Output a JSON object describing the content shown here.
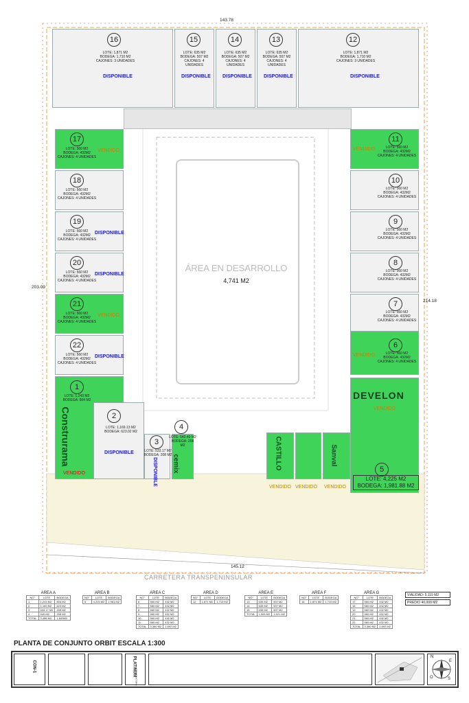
{
  "overall": {
    "top_dim": "143.78",
    "bottom_dim": "145.12",
    "left_dim": "203.09",
    "right_dim": "214.18",
    "road": "CARRETERA TRANSPENINSULAR",
    "center_title": "ÁREA EN DESARROLLO",
    "center_area": "4,741 M2",
    "drawing_title": "PLANTA DE CONJUNTO ORBIT ESCALA 1:300",
    "sheet_code": "CON-1",
    "vialidad": "VIALIDAD: 5,119 M2",
    "predio": "PREDIO 40,000 M2"
  },
  "status": {
    "disp": "DISPONIBLE",
    "sold": "VENDIDO"
  },
  "lots": {
    "l16": {
      "num": "16",
      "lote": "LOTE: 1,871 M2",
      "bodega": "BODEGA: 1,710 M2",
      "cajones": "CAJONES: 3 UNIDADES"
    },
    "l15": {
      "num": "15",
      "lote": "LOTE: 635 M2",
      "bodega": "BODEGA: 507 M2",
      "cajones": "CAJONES: 4 UNIDADES"
    },
    "l14": {
      "num": "14",
      "lote": "LOTE: 635 M2",
      "bodega": "BODEGA: 507 M2",
      "cajones": "CAJONES: 4 UNIDADES"
    },
    "l13": {
      "num": "13",
      "lote": "LOTE: 635 M2",
      "bodega": "BODEGA: 507 M2",
      "cajones": "CAJONES: 4 UNIDADES"
    },
    "l12": {
      "num": "12",
      "lote": "LOTE: 1,871 M2",
      "bodega": "BODEGA: 1,710 M2",
      "cajones": "CAJONES: 3 UNIDADES"
    },
    "l17": {
      "num": "17",
      "lote": "LOTE: 560 M2",
      "bodega": "BODEGA: 432M2",
      "cajones": "CAJONES: 4 UNIDADES"
    },
    "l18": {
      "num": "18",
      "lote": "LOTE: 560 M2",
      "bodega": "BODEGA: 432M2",
      "cajones": "CAJONES: 4 UNIDADES"
    },
    "l19": {
      "num": "19",
      "lote": "LOTE: 560 M2",
      "bodega": "BODEGA: 432M2",
      "cajones": "CAJONES: 4 UNIDADES"
    },
    "l20": {
      "num": "20",
      "lote": "LOTE: 560 M2",
      "bodega": "BODEGA: 432M2",
      "cajones": "CAJONES: 4 UNIDADES"
    },
    "l21": {
      "num": "21",
      "lote": "LOTE: 560 M2",
      "bodega": "BODEGA: 432M2",
      "cajones": "CAJONES: 4 UNIDADES"
    },
    "l22": {
      "num": "22",
      "lote": "LOTE: 560 M2",
      "bodega": "BODEGA: 432M2",
      "cajones": "CAJONES: 4 UNIDADES"
    },
    "l11": {
      "num": "11",
      "lote": "LOTE: 560 M2",
      "bodega": "BODEGA: 432M2",
      "cajones": "CAJONES: 4 UNIDADES"
    },
    "l10": {
      "num": "10",
      "lote": "LOTE: 560 M2",
      "bodega": "BODEGA: 432M2",
      "cajones": "CAJONES: 4 UNIDADES"
    },
    "l9": {
      "num": "9",
      "lote": "LOTE: 560 M2",
      "bodega": "BODEGA: 432M2",
      "cajones": "CAJONES: 4 UNIDADES"
    },
    "l8": {
      "num": "8",
      "lote": "LOTE: 560 M2",
      "bodega": "BODEGA: 432M2",
      "cajones": "CAJONES: 4 UNIDADES"
    },
    "l7": {
      "num": "7",
      "lote": "LOTE: 560 M2",
      "bodega": "BODEGA: 432M2",
      "cajones": "CAJONES: 4 UNIDADES"
    },
    "l6": {
      "num": "6",
      "lote": "LOTE: 560 M2",
      "bodega": "BODEGA: 432M2",
      "cajones": "CAJONES: 4 UNIDADES"
    },
    "l1": {
      "num": "1",
      "lote": "LOTE: 1,243 M2",
      "bodega": "BODEGA: 804 M2"
    },
    "l2": {
      "num": "2",
      "lote": "LOTE: 1,169.13 M2",
      "bodega": "BODEGA: 623.02 M2"
    },
    "l3": {
      "num": "3",
      "lote": "LOTE: 533.17 M2",
      "bodega": "BODEGA: 208 M2"
    },
    "l4": {
      "num": "4",
      "lote": "LOTE: 540.40 M2",
      "bodega": "BODEGA: 208 M2"
    },
    "l5": {
      "num": "5",
      "lote": "LOTE: 4,225 M2",
      "bodega": "BODEGA: 1,981.88 M2"
    }
  },
  "brands": {
    "construrama": "Construrama",
    "cemix": "cemix",
    "castillo": "CASTILLO",
    "sanval": "Sanval",
    "develon": "DEVELON"
  },
  "tables": [
    {
      "title": "AREA A",
      "headers": [
        "NO°",
        "LOTE",
        "BODEGA"
      ],
      "rows": [
        [
          "1",
          "1,243 M2",
          "804 M2"
        ],
        [
          "2",
          "1,169 M2",
          "623 M2"
        ],
        [
          "3",
          "533.17 M2",
          "208 M2"
        ],
        [
          "4",
          "540 M2",
          "208 M2"
        ]
      ],
      "total": [
        "TOTAL",
        "3,486 M2",
        "1,843M2"
      ]
    },
    {
      "title": "AREA B",
      "headers": [
        "NO°",
        "LOTE",
        "BODEGA"
      ],
      "rows": [
        [
          "5",
          "4,225 M2",
          "1,981 M2"
        ]
      ],
      "total": null
    },
    {
      "title": "AREA C",
      "headers": [
        "NO°",
        "LOTE",
        "BODEGA"
      ],
      "rows": [
        [
          "6",
          "560 M2",
          "432 M2"
        ],
        [
          "7",
          "560 M2",
          "432 M2"
        ],
        [
          "8",
          "560 M2",
          "432 M2"
        ],
        [
          "9",
          "560 M2",
          "432 M2"
        ],
        [
          "10",
          "560 M2",
          "432 M2"
        ],
        [
          "11",
          "560 M2",
          "432 M2"
        ]
      ],
      "total": [
        "TOTAL",
        "3,360 M2",
        "2,592 M2"
      ]
    },
    {
      "title": "AREA D",
      "headers": [
        "NO°",
        "LOTE",
        "BODEGA"
      ],
      "rows": [
        [
          "12",
          "1,871 M2",
          "1,710 M2"
        ]
      ],
      "total": null
    },
    {
      "title": "AREA E",
      "headers": [
        "NO°",
        "LOTE",
        "BODEGA"
      ],
      "rows": [
        [
          "13",
          "635 M2",
          "507 M2"
        ],
        [
          "14",
          "635 M2",
          "507 M2"
        ],
        [
          "15",
          "635 M2",
          "507 M2"
        ]
      ],
      "total": [
        "TOTAL",
        "1,905 M2",
        "1,521 M2"
      ]
    },
    {
      "title": "AREA F",
      "headers": [
        "NO°",
        "LOTE",
        "BODEGA"
      ],
      "rows": [
        [
          "16",
          "1,871 M2",
          "1,710 M2"
        ]
      ],
      "total": null
    },
    {
      "title": "AREA G",
      "headers": [
        "NO°",
        "LOTE",
        "BODEGA"
      ],
      "rows": [
        [
          "17",
          "560 M2",
          "432 M2"
        ],
        [
          "18",
          "560 M2",
          "432 M2"
        ],
        [
          "19",
          "560 M2",
          "432 M2"
        ],
        [
          "20",
          "560 M2",
          "432 M2"
        ],
        [
          "21",
          "560 M2",
          "432 M2"
        ],
        [
          "22",
          "560 M2",
          "432 M2"
        ]
      ],
      "total": [
        "TOTAL",
        "3,360 M2",
        "2,592 M2"
      ]
    }
  ],
  "titleblock": {
    "company": "PLATINUM",
    "company_sub": "CONSTRUCTORA",
    "compass_n": "N",
    "compass_s": "S",
    "compass_e": "E",
    "compass_o": "O"
  }
}
